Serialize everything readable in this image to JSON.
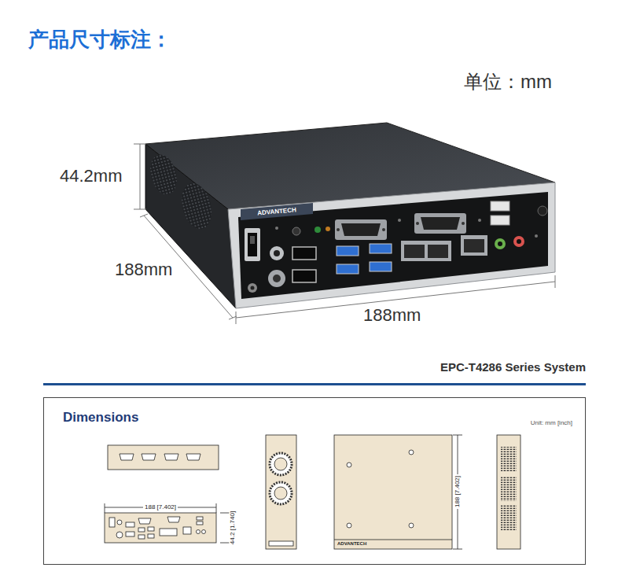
{
  "diagram": {
    "title": "产品尺寸标注：",
    "nodes": [
      {
        "text": [
          "Dimensions",
          "Unit: mm [inch]"
        ]
      }
    ],
    "labels": [
      "单位：mm",
      "44.2mm",
      "188mm",
      "188mm",
      "EPC-T4286 Series System",
      "188 [7.402]",
      "44.2 [1.740]",
      "188 [7.402]",
      "ADVANTECH",
      "ADVANTECH"
    ]
  }
}
